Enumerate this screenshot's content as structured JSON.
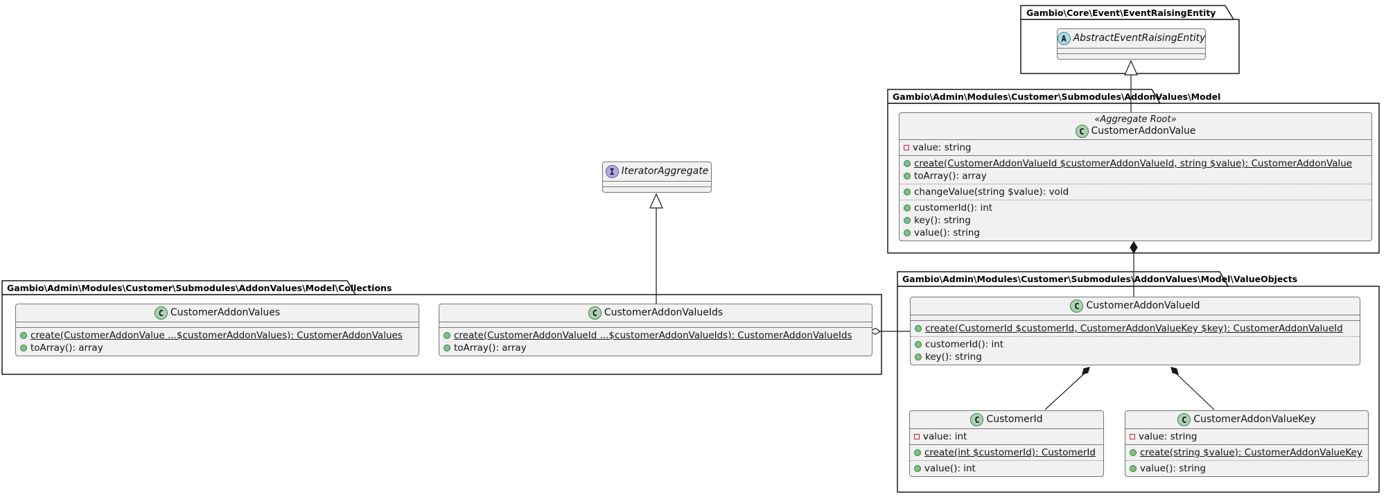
{
  "packages": {
    "event": {
      "name": "Gambio\\Core\\Event\\EventRaisingEntity"
    },
    "model": {
      "name": "Gambio\\Admin\\Modules\\Customer\\Submodules\\AddonValues\\Model"
    },
    "collections": {
      "name": "Gambio\\Admin\\Modules\\Customer\\Submodules\\AddonValues\\Model\\Collections"
    },
    "valueObjects": {
      "name": "Gambio\\Admin\\Modules\\Customer\\Submodules\\AddonValues\\Model\\ValueObjects"
    }
  },
  "classes": {
    "abstractEventRaisingEntity": {
      "spot": "A",
      "kind": "abstract class",
      "name": "AbstractEventRaisingEntity"
    },
    "iteratorAggregate": {
      "spot": "I",
      "kind": "interface",
      "name": "IteratorAggregate"
    },
    "customerAddonValue": {
      "spot": "C",
      "kind": "class",
      "stereotype": "«Aggregate Root»",
      "name": "CustomerAddonValue",
      "fields": [
        {
          "text": "value: string",
          "visibility": "private"
        }
      ],
      "methodsA": [
        {
          "text": "create(CustomerAddonValueId $customerAddonValueId, string $value): CustomerAddonValue",
          "static": true
        },
        {
          "text": "toArray(): array",
          "static": false
        }
      ],
      "methodsB": [
        {
          "text": "changeValue(string $value): void",
          "static": false
        }
      ],
      "methodsC": [
        {
          "text": "customerId(): int",
          "static": false
        },
        {
          "text": "key(): string",
          "static": false
        },
        {
          "text": "value(): string",
          "static": false
        }
      ]
    },
    "customerAddonValues": {
      "spot": "C",
      "kind": "class",
      "name": "CustomerAddonValues",
      "methodsA": [
        {
          "text": "create(CustomerAddonValue ...$customerAddonValues): CustomerAddonValues",
          "static": true
        },
        {
          "text": "toArray(): array",
          "static": false
        }
      ]
    },
    "customerAddonValueIds": {
      "spot": "C",
      "kind": "class",
      "name": "CustomerAddonValueIds",
      "methodsA": [
        {
          "text": "create(CustomerAddonValueId ...$customerAddonValueIds): CustomerAddonValueIds",
          "static": true
        },
        {
          "text": "toArray(): array",
          "static": false
        }
      ]
    },
    "customerAddonValueId": {
      "spot": "C",
      "kind": "class",
      "name": "CustomerAddonValueId",
      "methodsA": [
        {
          "text": "create(CustomerId $customerId, CustomerAddonValueKey $key): CustomerAddonValueId",
          "static": true
        }
      ],
      "methodsB": [
        {
          "text": "customerId(): int",
          "static": false
        },
        {
          "text": "key(): string",
          "static": false
        }
      ]
    },
    "customerId": {
      "spot": "C",
      "kind": "class",
      "name": "CustomerId",
      "fields": [
        {
          "text": "value: int",
          "visibility": "private"
        }
      ],
      "methodsA": [
        {
          "text": "create(int $customerId): CustomerId",
          "static": true
        }
      ],
      "methodsB": [
        {
          "text": "value(): int",
          "static": false
        }
      ]
    },
    "customerAddonValueKey": {
      "spot": "C",
      "kind": "class",
      "name": "CustomerAddonValueKey",
      "fields": [
        {
          "text": "value: string",
          "visibility": "private"
        }
      ],
      "methodsA": [
        {
          "text": "create(string $value): CustomerAddonValueKey",
          "static": true
        }
      ],
      "methodsB": [
        {
          "text": "value(): string",
          "static": false
        }
      ]
    }
  },
  "relations": [
    {
      "from": "CustomerAddonValue",
      "to": "AbstractEventRaisingEntity",
      "type": "extends"
    },
    {
      "from": "CustomerAddonValueIds",
      "to": "IteratorAggregate",
      "type": "extends"
    },
    {
      "from": "CustomerAddonValue",
      "to": "CustomerAddonValueId",
      "type": "composition"
    },
    {
      "from": "CustomerAddonValueIds",
      "to": "CustomerAddonValueId",
      "type": "aggregation"
    },
    {
      "from": "CustomerAddonValueId",
      "to": "CustomerId",
      "type": "composition"
    },
    {
      "from": "CustomerAddonValueId",
      "to": "CustomerAddonValueKey",
      "type": "composition"
    }
  ],
  "colors": {
    "class_fill": "#F1F1F1",
    "class_border": "#76767a",
    "package_border": "#181818",
    "spot_class": "#ADD1B2",
    "spot_abstract": "#A9DCDF",
    "spot_interface": "#B4A7E5",
    "private_field_marker": "#C82930",
    "public_method_marker": "#84BE84"
  }
}
